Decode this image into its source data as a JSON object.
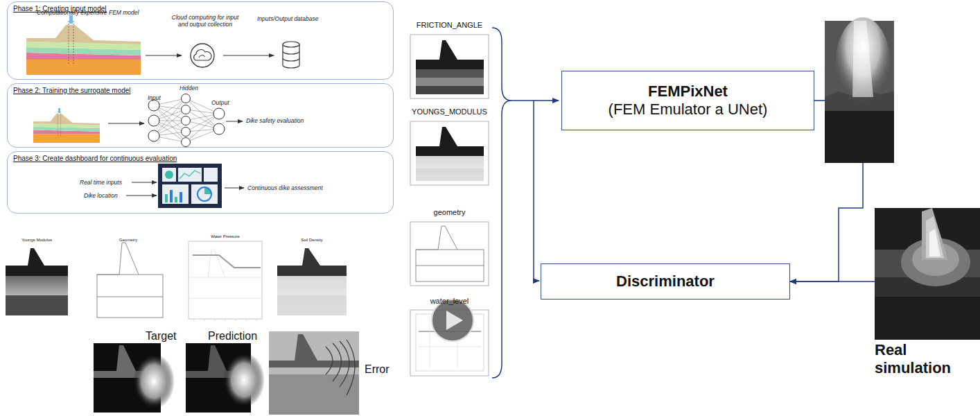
{
  "diagram": {
    "nodes": [
      {
        "text": [
          "Phase 1: Creating input model",
          "Computationally expensive FEM model",
          "Cloud computing for input and output collection",
          "Inputs/Output database"
        ]
      },
      {
        "text": [
          "Phase 2: Training the surrogate model",
          "Hidden",
          "Input",
          "Output",
          "Dike safety evaluation"
        ]
      },
      {
        "text": [
          "Phase 3: Create dashboard for continuous evaluation",
          "Real time inputs",
          "Dike location",
          "Continuous dike assessment"
        ]
      },
      {
        "text": [
          "FRICTION_ANGLE"
        ]
      },
      {
        "text": [
          "YOUNGS_MODULUS"
        ]
      },
      {
        "text": [
          "geometry"
        ]
      },
      {
        "text": [
          "water_level"
        ]
      },
      {
        "text": [
          "FEMPixNet",
          "(FEM Emulator a UNet)"
        ]
      },
      {
        "text": [
          "Discriminator"
        ]
      },
      {
        "text": [
          "Real simulation"
        ]
      }
    ],
    "edges": [
      {
        "from": 7,
        "to": 8,
        "arrow": "to"
      },
      {
        "from": 9,
        "to": 8,
        "arrow": "to"
      }
    ],
    "labels": [
      "Youngs Modulus",
      "Geometry",
      "Water Pressure",
      "Soil Density",
      "Target",
      "Prediction",
      "Error"
    ]
  }
}
